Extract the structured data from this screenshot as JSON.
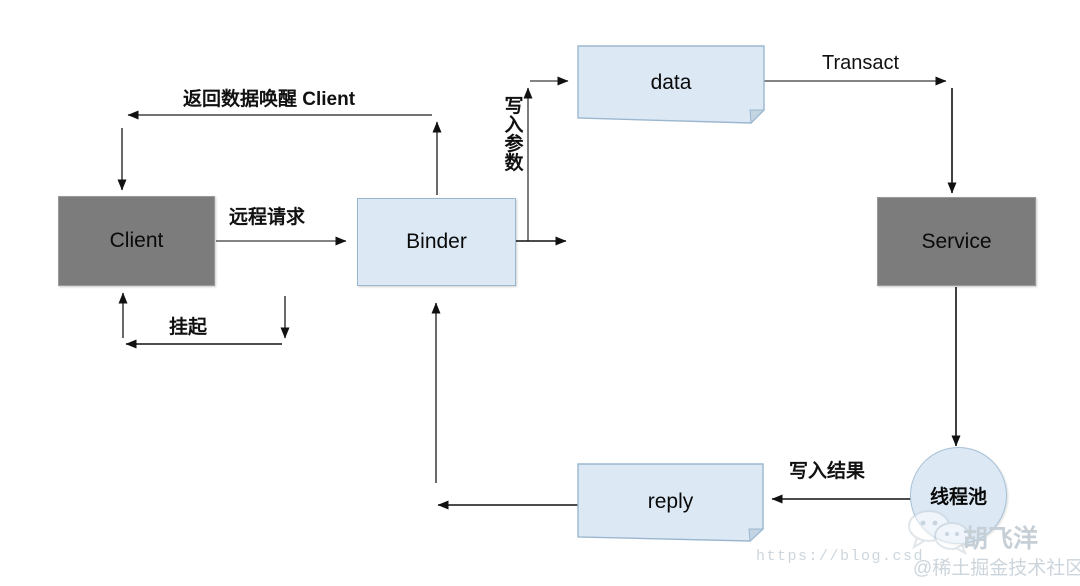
{
  "diagram": {
    "title": "Android Binder IPC flow",
    "colors": {
      "gray_fill": "#7c7c7c",
      "blue_fill": "#dce9f5",
      "blue_stroke": "#9bb7cf",
      "line": "#1a1a1a",
      "background": "#ffffff",
      "watermark": "#ccd5dc"
    },
    "nodes": [
      {
        "id": "client",
        "label": "Client",
        "shape": "rect",
        "fill": "gray"
      },
      {
        "id": "binder",
        "label": "Binder",
        "shape": "rect",
        "fill": "blue"
      },
      {
        "id": "service",
        "label": "Service",
        "shape": "rect",
        "fill": "gray"
      },
      {
        "id": "data",
        "label": "data",
        "shape": "document",
        "fill": "blue"
      },
      {
        "id": "reply",
        "label": "reply",
        "shape": "document",
        "fill": "blue"
      },
      {
        "id": "threadpool",
        "label": "线程池",
        "shape": "circle",
        "fill": "blue"
      }
    ],
    "edges": [
      {
        "id": "e-remote-request",
        "from": "client",
        "to": "binder",
        "label": "远程请求"
      },
      {
        "id": "e-write-params",
        "from": "binder",
        "to": "data",
        "label": "写入参数",
        "orientation": "vertical"
      },
      {
        "id": "e-transact",
        "from": "data",
        "to": "service",
        "label": "Transact"
      },
      {
        "id": "e-write-result",
        "from": "threadpool",
        "to": "reply",
        "label": "写入结果"
      },
      {
        "id": "e-reply-binder",
        "from": "reply",
        "to": "binder",
        "label": ""
      },
      {
        "id": "e-wake-client",
        "from": "binder",
        "to": "client",
        "label": "返回数据唤醒 Client"
      },
      {
        "id": "e-suspend",
        "from": "binder",
        "to": "client",
        "label": "挂起"
      },
      {
        "id": "e-service-pool",
        "from": "service",
        "to": "threadpool",
        "label": ""
      }
    ]
  },
  "labels": {
    "client": "Client",
    "binder": "Binder",
    "service": "Service",
    "data": "data",
    "reply": "reply",
    "threadpool": "线程池",
    "remote_request": "远程请求",
    "write_params": "写入参数",
    "write_params_chars": [
      "写",
      "入",
      "参",
      "数"
    ],
    "transact": "Transact",
    "write_result": "写入结果",
    "wake_client": "返回数据唤醒 Client",
    "suspend": "挂起"
  },
  "watermarks": {
    "url": "https://blog.csd",
    "author": "胡飞洋",
    "org": "@稀土掘金技术社区"
  }
}
